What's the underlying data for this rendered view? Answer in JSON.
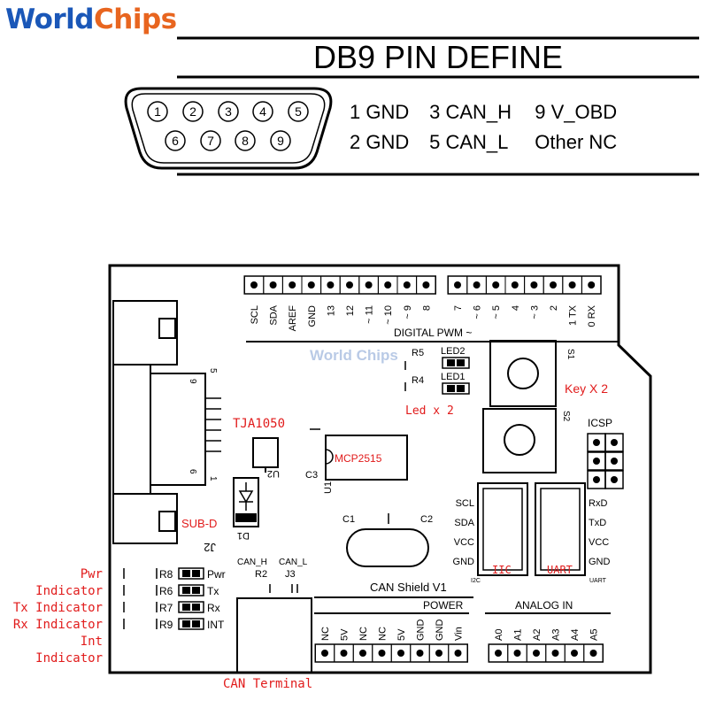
{
  "brand": {
    "part1": "World",
    "part2": "Chips"
  },
  "watermark": "World Chips",
  "title": "DB9 PIN DEFINE",
  "db9_pins_top": [
    "1",
    "2",
    "3",
    "4",
    "5"
  ],
  "db9_pins_bottom": [
    "6",
    "7",
    "8",
    "9"
  ],
  "pin_desc": {
    "row1": [
      "1 GND",
      "3 CAN_H",
      "9 V_OBD"
    ],
    "row2": [
      "2 GND",
      "5 CAN_L",
      "Other NC"
    ]
  },
  "board": {
    "digital_pins": [
      "SCL",
      "SDA",
      "AREF",
      "GND",
      "13",
      "12",
      "~ 11",
      "~ 10",
      "~ 9",
      "8",
      "7",
      "~ 6",
      "~ 5",
      "4",
      "~ 3",
      "2",
      "1 TX",
      "0 RX"
    ],
    "digital_label": "DIGITAL PWM ~",
    "power_pins": [
      "NC",
      "5V",
      "NC",
      "NC",
      "5V",
      "GND",
      "GND",
      "Vin"
    ],
    "power_label": "POWER",
    "analog_pins": [
      "A0",
      "A1",
      "A2",
      "A3",
      "A4",
      "A5"
    ],
    "analog_label": "ANALOG IN",
    "shield_name": "CAN Shield V1",
    "j2": "J2",
    "j2_nums": [
      "9",
      "5",
      "6",
      "1"
    ],
    "sub_d": "SUB-D",
    "tja": "TJA1050",
    "u2": "U2",
    "mcp": "MCP2515",
    "u1": "U1",
    "c3": "C3",
    "c1": "C1",
    "c2": "C2",
    "d1": "D1",
    "r5": "R5",
    "r4": "R4",
    "led2": "LED2",
    "led1": "LED1",
    "led_note": "Led x 2",
    "s1": "S1",
    "s2": "S2",
    "key_note": "Key X 2",
    "icsp": "ICSP",
    "iic_pins": [
      "SCL",
      "SDA",
      "VCC",
      "GND"
    ],
    "iic_label": "IIC",
    "i2c": "I2C",
    "uart_pins": [
      "RxD",
      "TxD",
      "VCC",
      "GND"
    ],
    "uart_label": "UART",
    "uart_small": "UART",
    "can_h": "CAN_H",
    "can_l": "CAN_L",
    "r2": "R2",
    "j3": "J3",
    "resistors": [
      {
        "ref": "R8",
        "label": "Pwr"
      },
      {
        "ref": "R6",
        "label": "Tx"
      },
      {
        "ref": "R7",
        "label": "Rx"
      },
      {
        "ref": "R9",
        "label": "INT"
      }
    ],
    "indicators": [
      "Pwr Indicator",
      "Tx Indicator",
      "Rx Indicator",
      "Int Indicator"
    ],
    "can_terminal": "CAN Terminal"
  },
  "colors": {
    "brand_blue": "#1a57b8",
    "brand_orange": "#e8651f",
    "annotation_red": "#e11b1b"
  }
}
